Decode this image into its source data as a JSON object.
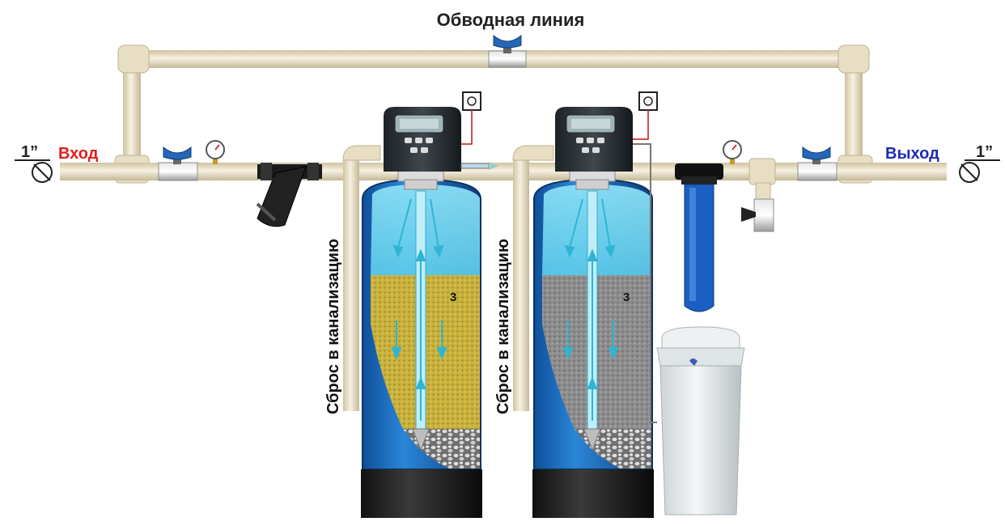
{
  "labels": {
    "bypass": "Обводная линия",
    "inlet": "Вход",
    "outlet": "Выход",
    "inlet_size": "1”",
    "outlet_size": "1”",
    "drain_left": "Сброс в канализацию",
    "drain_right": "Сброс в канализацию",
    "tank_left_mark": "3",
    "tank_right_mark": "3"
  },
  "colors": {
    "pipe": "#efe6cf",
    "inlet_text": "#e0201d",
    "outlet_text": "#1e2bb5",
    "valve_handle": "#2467b8",
    "tank_water": "#6fd3f0",
    "tank_body": "#1d6fc0",
    "media_left": "#c7b13a",
    "media_right": "#8c8c8c"
  }
}
